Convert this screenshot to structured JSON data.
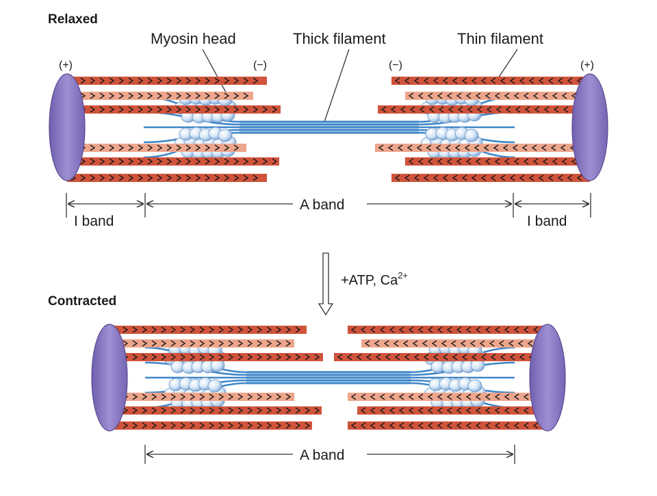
{
  "relaxed": {
    "title": "Relaxed",
    "labels": {
      "myosin_head": "Myosin head",
      "thick_filament": "Thick filament",
      "thin_filament": "Thin filament"
    },
    "polarity": {
      "left_outer": "(+)",
      "left_inner": "(−)",
      "right_inner": "(−)",
      "right_outer": "(+)"
    },
    "bands": {
      "i_band_left": "I band",
      "a_band": "A band",
      "i_band_right": "I band"
    }
  },
  "transition": {
    "label_main": "+ATP, Ca",
    "label_sup": "2+"
  },
  "contracted": {
    "title": "Contracted",
    "bands": {
      "a_band": "A band"
    }
  },
  "colors": {
    "thin_filament": "#d0543c",
    "thin_filament_light": "#eda58c",
    "z_disc": "#8d7cc4",
    "z_disc_dark": "#5b4a8e",
    "thick_filament": "#3f86c8",
    "myosin_head": "#d5e6f7",
    "line": "#333333"
  }
}
